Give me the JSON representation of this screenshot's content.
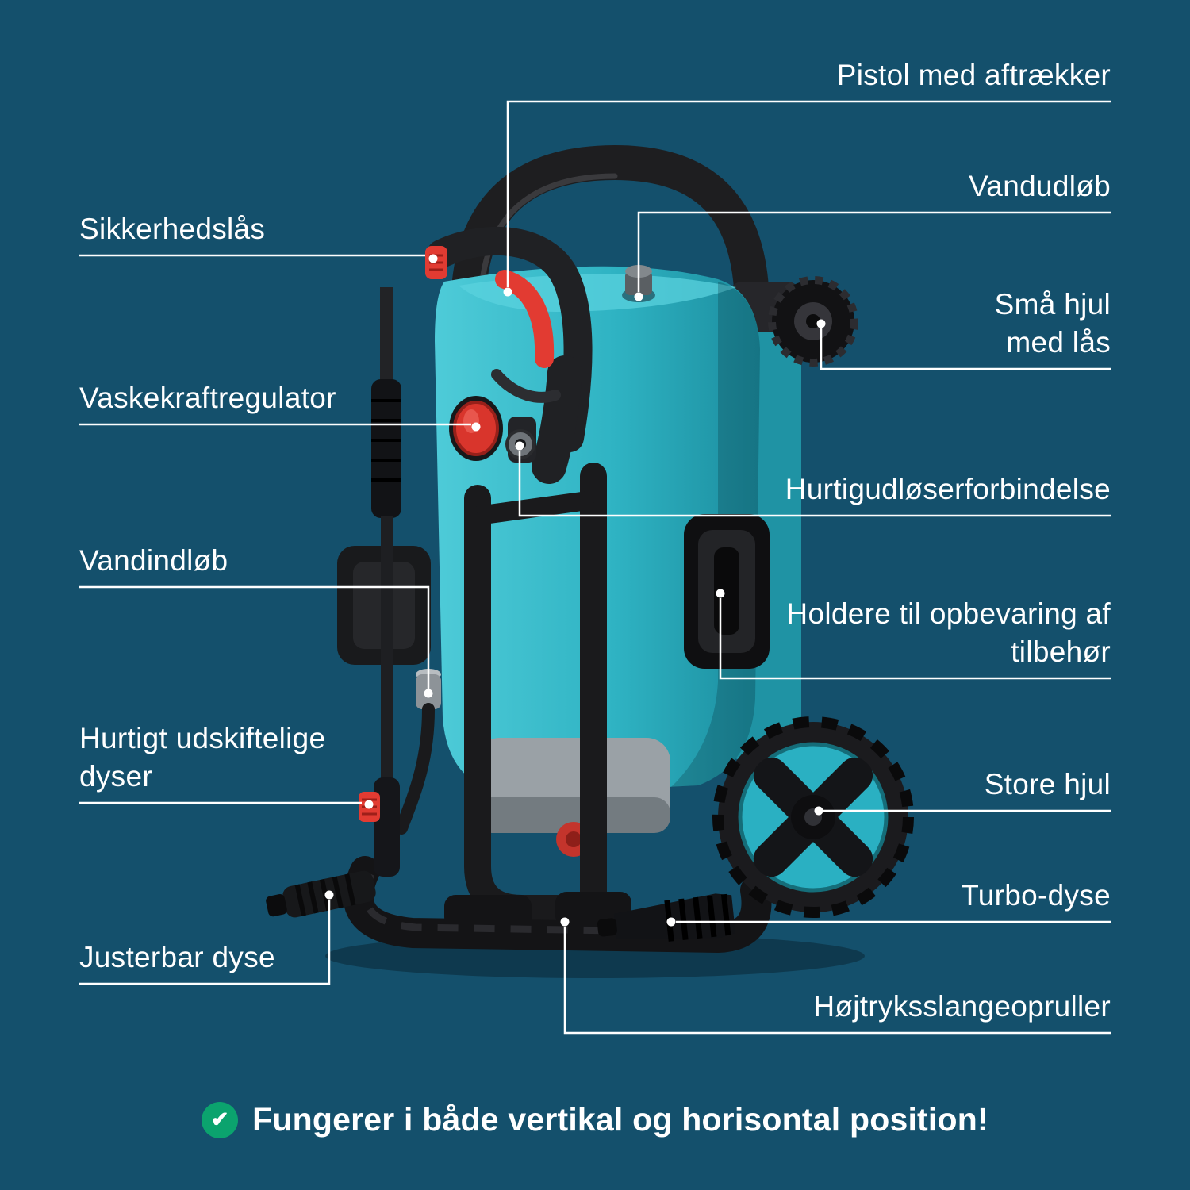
{
  "colors": {
    "background": "#14506C",
    "machine_teal": "#2FB3C3",
    "accent_red": "#E23B32",
    "callout_line": "#FFFFFF",
    "check_green": "#0BA36E"
  },
  "labels": {
    "left": [
      {
        "text": "Sikkerhedslås"
      },
      {
        "text": "Vaskekraftregulator"
      },
      {
        "text": "Vandindløb"
      },
      {
        "text": "Hurtigt udskiftelige dyser"
      },
      {
        "text": "Justerbar dyse"
      }
    ],
    "right": [
      {
        "text": "Pistol med aftrækker"
      },
      {
        "text": "Vandudløb"
      },
      {
        "text": "Små hjul med lås"
      },
      {
        "text": "Hurtigudløserforbindelse"
      },
      {
        "text": "Holdere til opbevaring af tilbehør"
      },
      {
        "text": "Store hjul"
      },
      {
        "text": "Turbo-dyse"
      },
      {
        "text": "Højtryksslangeopruller"
      }
    ]
  },
  "footer": {
    "check_icon": "✔",
    "text": "Fungerer i både vertikal og horisontal position!"
  }
}
